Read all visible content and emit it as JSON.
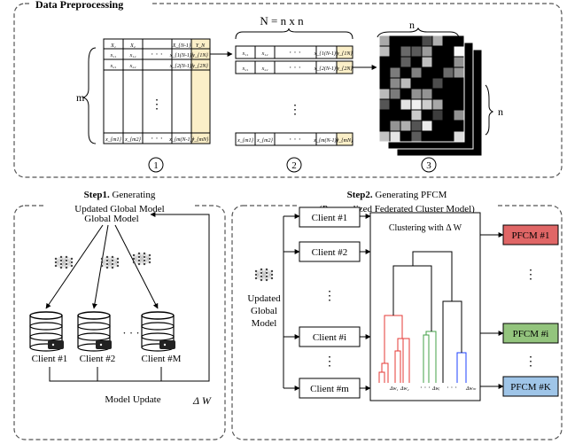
{
  "preprocessing": {
    "title": "Data Preprocessing",
    "m_label": "m",
    "n_eq": "N = n x n",
    "n_top": "n",
    "n_side": "n",
    "step1_num": "1",
    "step2_num": "2",
    "step3_num": "3",
    "table_headers": [
      "X₁",
      "X₂",
      "X_{N-1}",
      "Y_N"
    ],
    "table_row1": [
      "x₁₁",
      "x₁₂",
      "x_{1(N-1)}",
      "y_{1N}"
    ],
    "table_row2": [
      "x₂₁",
      "x₂₂",
      "x_{2(N-1)}",
      "y_{2N}"
    ],
    "table_rowm": [
      "x_{m1}",
      "x_{m2}",
      "x_{m(N-1)}",
      "y_{mN}"
    ],
    "dots": "· · ·",
    "vdots": "⋮",
    "colors": {
      "highlight": "#fbefc8",
      "matrix_bg": "#000000"
    }
  },
  "step1": {
    "title_bold": "Step1.",
    "title_rest": " Generating",
    "subtitle": "Updated Global Model",
    "global_model": "Global Model",
    "clients": [
      "Client #1",
      "Client #2",
      "Client #M"
    ],
    "dots": "· · ·",
    "model_update": "Model Update",
    "delta_w": "Δ W"
  },
  "step2": {
    "title_bold": "Step2.",
    "title_rest": " Generating PFCM",
    "subtitle": "(Personalized Federated Cluster Model)",
    "updated_global_model": [
      "Updated",
      "Global",
      "Model"
    ],
    "clients": [
      "Client #1",
      "Client #2",
      "Client #i",
      "Client #m"
    ],
    "vdots": "⋮",
    "clustering": "Clustering with Δ W",
    "leaf_dots": "· · ·",
    "leaves": [
      "Δw₁",
      "Δw₂",
      "Δwᵢ",
      "Δwₘ"
    ],
    "pfcm": [
      "PFCM #1",
      "PFCM #i",
      "PFCM #K"
    ],
    "colors": {
      "pfcm1": "#e06666",
      "pfcmi": "#93c47d",
      "pfcmk": "#9fc5e8",
      "red": "#e53935",
      "green": "#43a047",
      "blue": "#1e40ff"
    }
  }
}
